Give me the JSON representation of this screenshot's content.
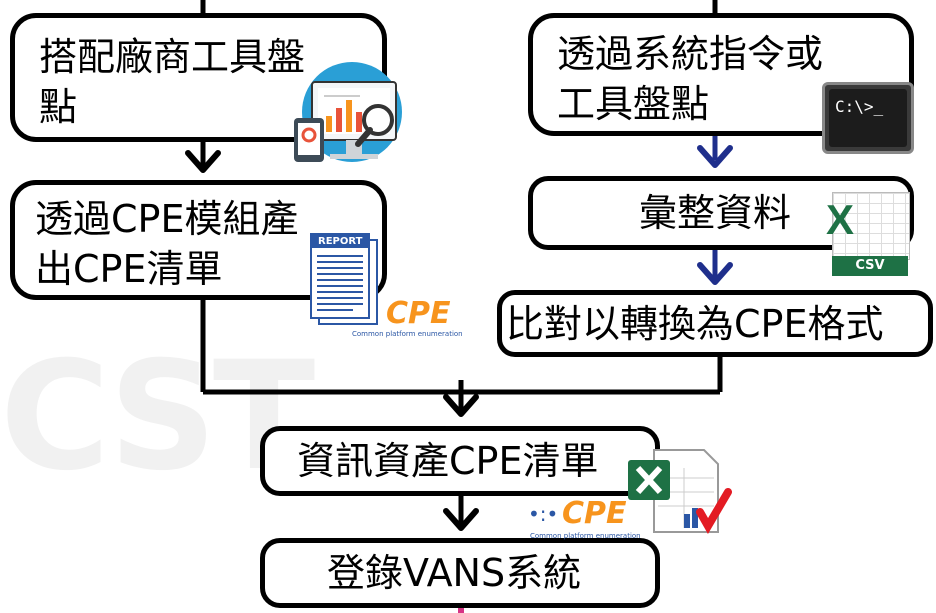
{
  "boxes": {
    "vendor_tool": "搭配廠商工具盤點",
    "cpe_module": "透過CPE模組產出CPE清單",
    "system_cmd": "透過系統指令或工具盤點",
    "collect": "彙整資料",
    "convert": "比對以轉換為CPE格式",
    "asset_list": "資訊資產CPE清單",
    "register": "登錄VANS系統"
  },
  "icons": {
    "terminal_text": "C:\\>_",
    "report_text": "REPORT",
    "csv_text": "CSV",
    "cpe_logo": "CPE",
    "cpe_tagline": "Common platform enumeration"
  },
  "colors": {
    "line_black": "#000000",
    "arrow_blue": "#1f2f8c",
    "cpe_orange": "#f7941d",
    "excel_green": "#1e7145",
    "report_blue": "#2b57a5"
  }
}
